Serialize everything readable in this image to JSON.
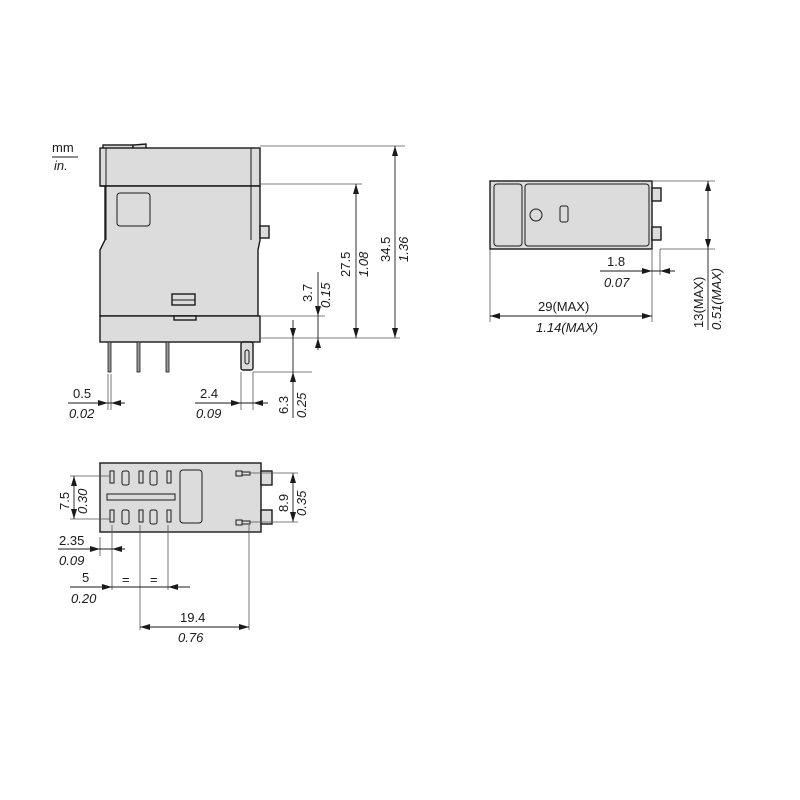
{
  "units": {
    "primary": "mm",
    "secondary": "in."
  },
  "front_view": {
    "dims": {
      "total_height": {
        "mm": "34.5",
        "in": "1.36"
      },
      "body_height": {
        "mm": "27.5",
        "in": "1.08"
      },
      "base_height": {
        "mm": "3.7",
        "in": "0.15"
      },
      "pin_length": {
        "mm": "6.3",
        "in": "0.25"
      },
      "pin_width": {
        "mm": "0.5",
        "in": "0.02"
      },
      "tab_width": {
        "mm": "2.4",
        "in": "0.09"
      }
    }
  },
  "side_view": {
    "dims": {
      "length": {
        "mm": "29(MAX)",
        "in": "1.14(MAX)"
      },
      "width": {
        "mm": "13(MAX)",
        "in": "0.51(MAX)"
      },
      "overhang": {
        "mm": "1.8",
        "in": "0.07"
      }
    }
  },
  "bottom_view": {
    "dims": {
      "row_spacing": {
        "mm": "7.5",
        "in": "0.30"
      },
      "coil_spacing": {
        "mm": "8.9",
        "in": "0.35"
      },
      "edge_offset": {
        "mm": "2.35",
        "in": "0.09"
      },
      "pin_pitch": {
        "mm": "5",
        "in": "0.20"
      },
      "equal_mark": "=",
      "coil_distance": {
        "mm": "19.4",
        "in": "0.76"
      }
    }
  },
  "colors": {
    "body": "#dcdcdc",
    "line": "#1a1a1a"
  }
}
